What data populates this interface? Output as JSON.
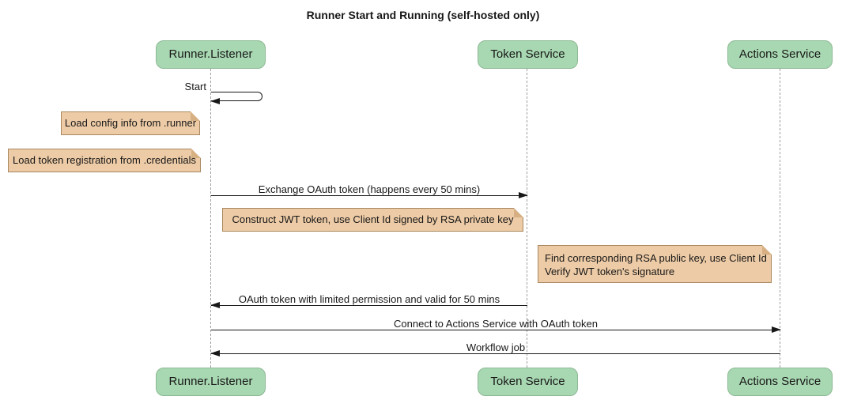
{
  "title": "Runner Start and Running (self-hosted only)",
  "participants": [
    {
      "name": "Runner.Listener"
    },
    {
      "name": "Token Service"
    },
    {
      "name": "Actions Service"
    }
  ],
  "messages": [
    {
      "label": "Start",
      "from": "Runner.Listener",
      "to": "Runner.Listener",
      "type": "self"
    },
    {
      "label": "Exchange OAuth token (happens every 50 mins)",
      "from": "Runner.Listener",
      "to": "Token Service",
      "type": "arrow-right"
    },
    {
      "label": "OAuth token with limited permission and valid for 50 mins",
      "from": "Token Service",
      "to": "Runner.Listener",
      "type": "arrow-left"
    },
    {
      "label": "Connect to Actions Service with OAuth token",
      "from": "Runner.Listener",
      "to": "Actions Service",
      "type": "arrow-right"
    },
    {
      "label": "Workflow job",
      "from": "Actions Service",
      "to": "Runner.Listener",
      "type": "arrow-left"
    }
  ],
  "notes": [
    {
      "text": "Load config info from .runner",
      "anchor": "Runner.Listener"
    },
    {
      "text": "Load token registration from .credentials",
      "anchor": "Runner.Listener"
    },
    {
      "text": "Construct JWT token, use Client Id signed by RSA private key",
      "anchor": "Runner.Listener"
    },
    {
      "lines": [
        "Find corresponding RSA public key, use Client Id",
        "Verify JWT token's signature"
      ],
      "anchor": "Token Service"
    }
  ],
  "colors": {
    "participant_fill": "#a8d8b2",
    "participant_border": "#8cb894",
    "note_fill": "#edcba6",
    "note_border": "#a8885f",
    "lifeline": "#9e9e9e",
    "arrow": "#181818",
    "background": "#ffffff"
  }
}
